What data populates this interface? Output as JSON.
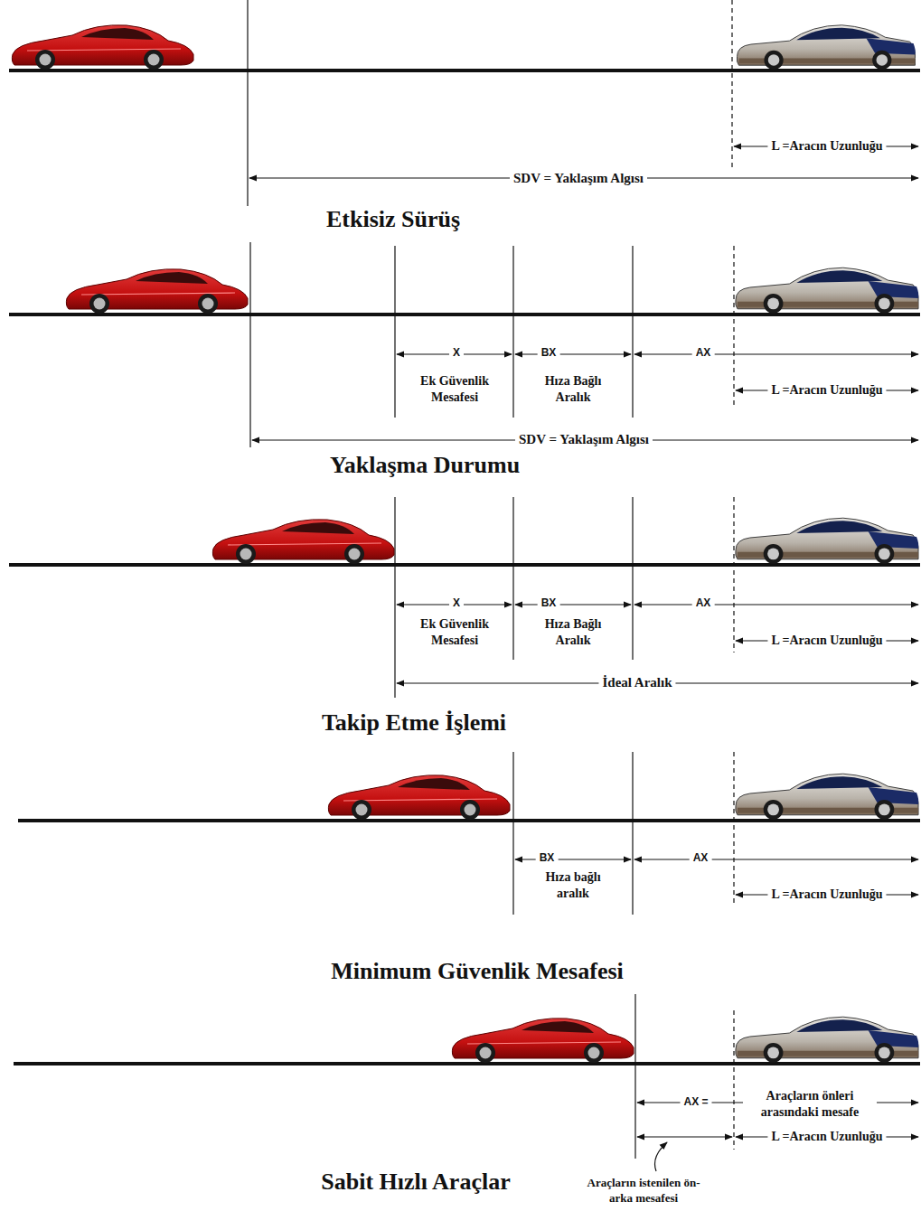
{
  "diagram": {
    "labels": [
      "L =Aracın Uzunluğu",
      "SDV = Yaklaşım Algısı",
      "Etkisiz Sürüş",
      "X",
      "Ek Güvenlik Mesafesi",
      "BX",
      "Hıza Bağlı Aralık",
      "AX",
      "L =Aracın Uzunluğu",
      "SDV = Yaklaşım Algısı",
      "Yaklaşma Durumu",
      "X",
      "Ek Güvenlik Mesafesi",
      "BX",
      "Hıza Bağlı Aralık",
      "AX",
      "L =Aracın Uzunluğu",
      "İdeal Aralık",
      "Takip Etme İşlemi",
      "BX",
      "Hıza bağlı aralık",
      "AX",
      "L =Aracın Uzunluğu",
      "Minimum Güvenlik Mesafesi",
      "AX =",
      "Araçların önleri arasındaki mesafe",
      "L =Aracın Uzunluğu",
      "Sabit Hızlı Araçlar",
      "Araçların istenilen ön-arka mesafesi"
    ]
  }
}
